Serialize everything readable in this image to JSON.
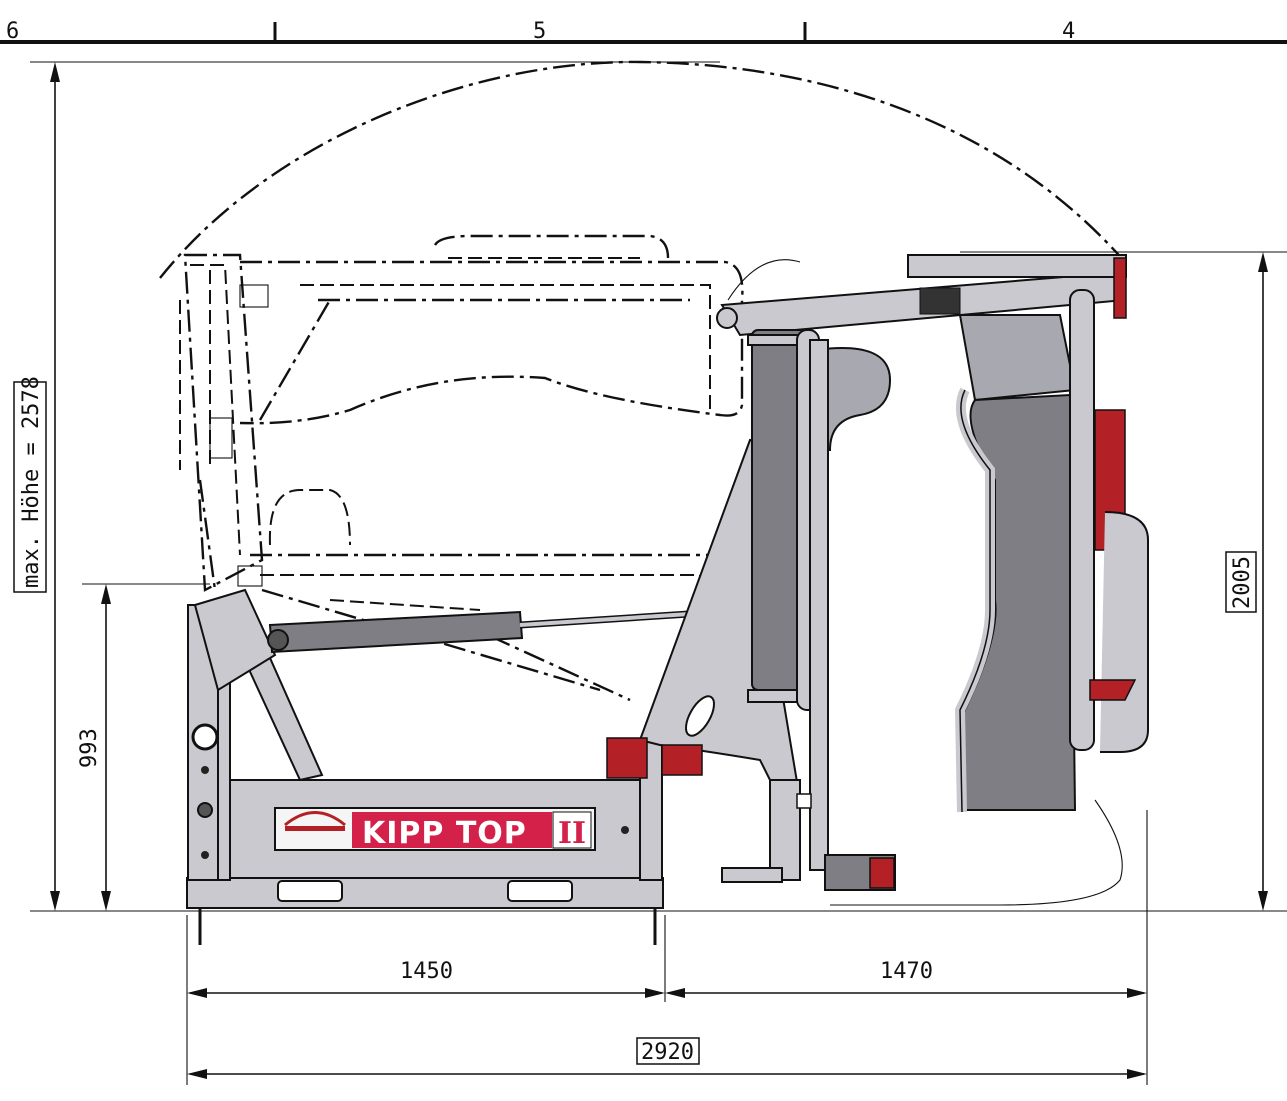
{
  "drawing": {
    "zone_markers": [
      "6",
      "5",
      "4"
    ],
    "dimensions": {
      "max_height_label": "max. Höhe = 2578",
      "lower_height": "993",
      "right_height": "2005",
      "left_width": "1450",
      "right_width": "1470",
      "total_width": "2920"
    },
    "logo": {
      "product_name": "KIPP TOP",
      "roman_numeral": "II",
      "brand_color": "#d4214a"
    },
    "colors": {
      "frame_gray": "#c9c9cf",
      "panel_dark": "#7e7e84",
      "hydraulic_red": "#b32026"
    }
  }
}
